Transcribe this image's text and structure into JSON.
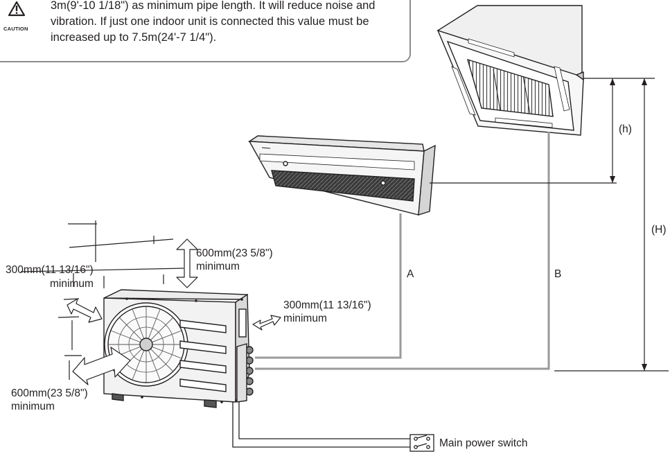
{
  "caution": {
    "word": "CAUTION",
    "lines": [
      "3m(9'-10 1/18\") as minimum pipe length. It will reduce noise and",
      "vibration. If just one indoor unit is connected this value must be",
      "increased up to 7.5m(24'-7 1/4\")."
    ]
  },
  "clearances": {
    "top_value": "600mm(23 5/8\")",
    "top_min": "minimum",
    "left_value": "300mm(11 13/16\")",
    "left_min": "minimum",
    "right_value": "300mm(11 13/16\")",
    "right_min": "minimum",
    "front_value": "600mm(23 5/8\")",
    "front_min": "minimum"
  },
  "pipes": {
    "a": "A",
    "b": "B"
  },
  "heights": {
    "small": "(h)",
    "large": "(H)"
  },
  "switch_label": "Main power switch"
}
